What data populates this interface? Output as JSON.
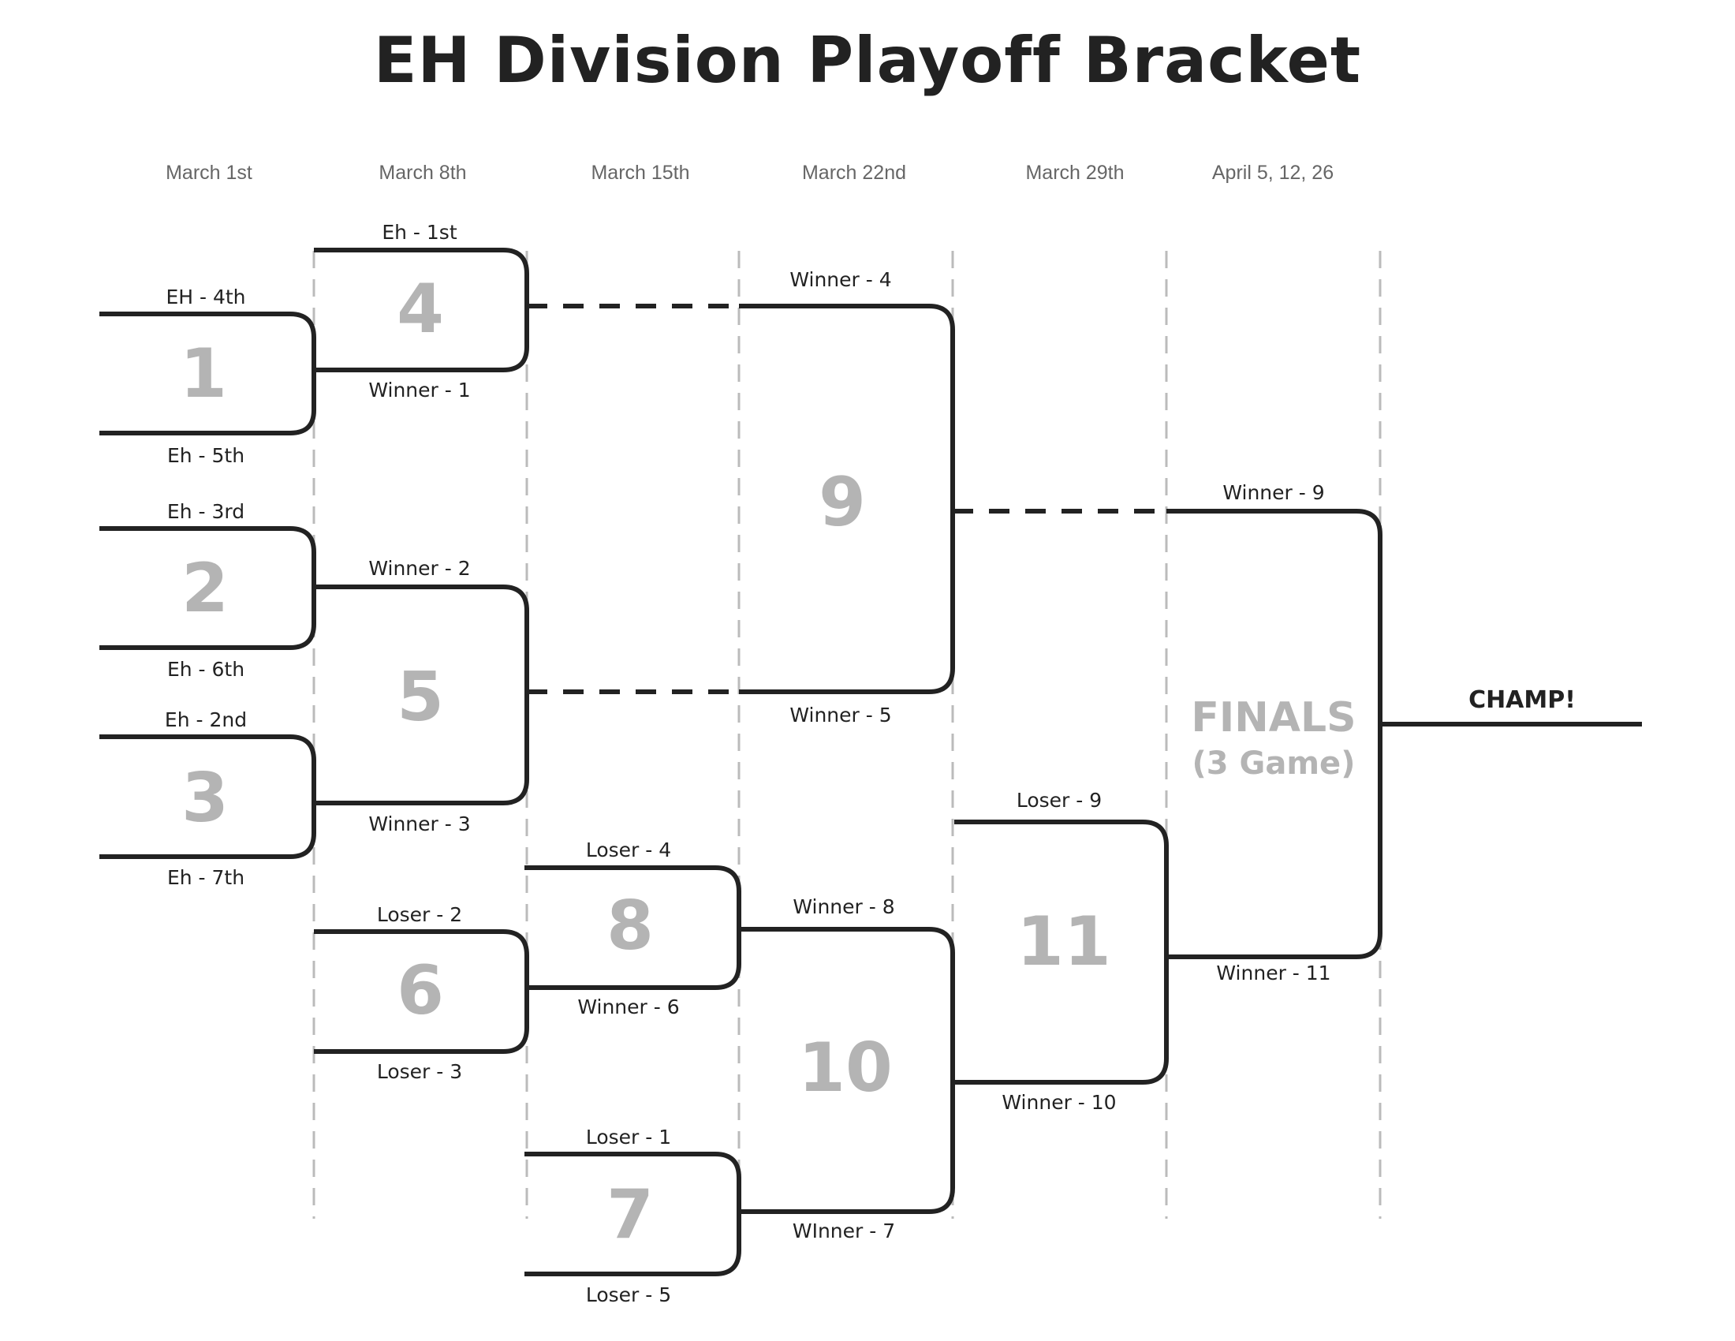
{
  "title": "EH Division Playoff Bracket",
  "dates": [
    "March 1st",
    "March 8th",
    "March 15th",
    "March 22nd",
    "March 29th",
    "April 5, 12, 26"
  ],
  "games": [
    {
      "number": "1",
      "top": "EH - 4th",
      "bottom": "Eh - 5th"
    },
    {
      "number": "2",
      "top": "Eh - 3rd",
      "bottom": "Eh - 6th"
    },
    {
      "number": "3",
      "top": "Eh - 2nd",
      "bottom": "Eh - 7th"
    },
    {
      "number": "4",
      "top": "Eh - 1st",
      "bottom": "Winner - 1"
    },
    {
      "number": "5",
      "top": "Winner - 2",
      "bottom": "Winner - 3"
    },
    {
      "number": "6",
      "top": "Loser - 2",
      "bottom": "Loser - 3"
    },
    {
      "number": "7",
      "top": "Loser - 1",
      "bottom": "Loser - 5"
    },
    {
      "number": "8",
      "top": "Loser - 4",
      "bottom": "Winner - 6"
    },
    {
      "number": "9",
      "top": "Winner - 4",
      "bottom": "Winner - 5"
    },
    {
      "number": "10",
      "top": "Winner - 8",
      "bottom": "WInner - 7"
    },
    {
      "number": "11",
      "top": "Loser - 9",
      "bottom": "Winner - 10"
    }
  ],
  "finals": {
    "title": "FINALS",
    "subtitle": "(3 Game)",
    "top": "Winner - 9",
    "bottom": "Winner - 11"
  },
  "champion_label": "CHAMP!",
  "colors": {
    "line": "#222222",
    "game_number": "#b4b4b4",
    "guide": "#bbbbbb",
    "date_text": "#666666"
  }
}
